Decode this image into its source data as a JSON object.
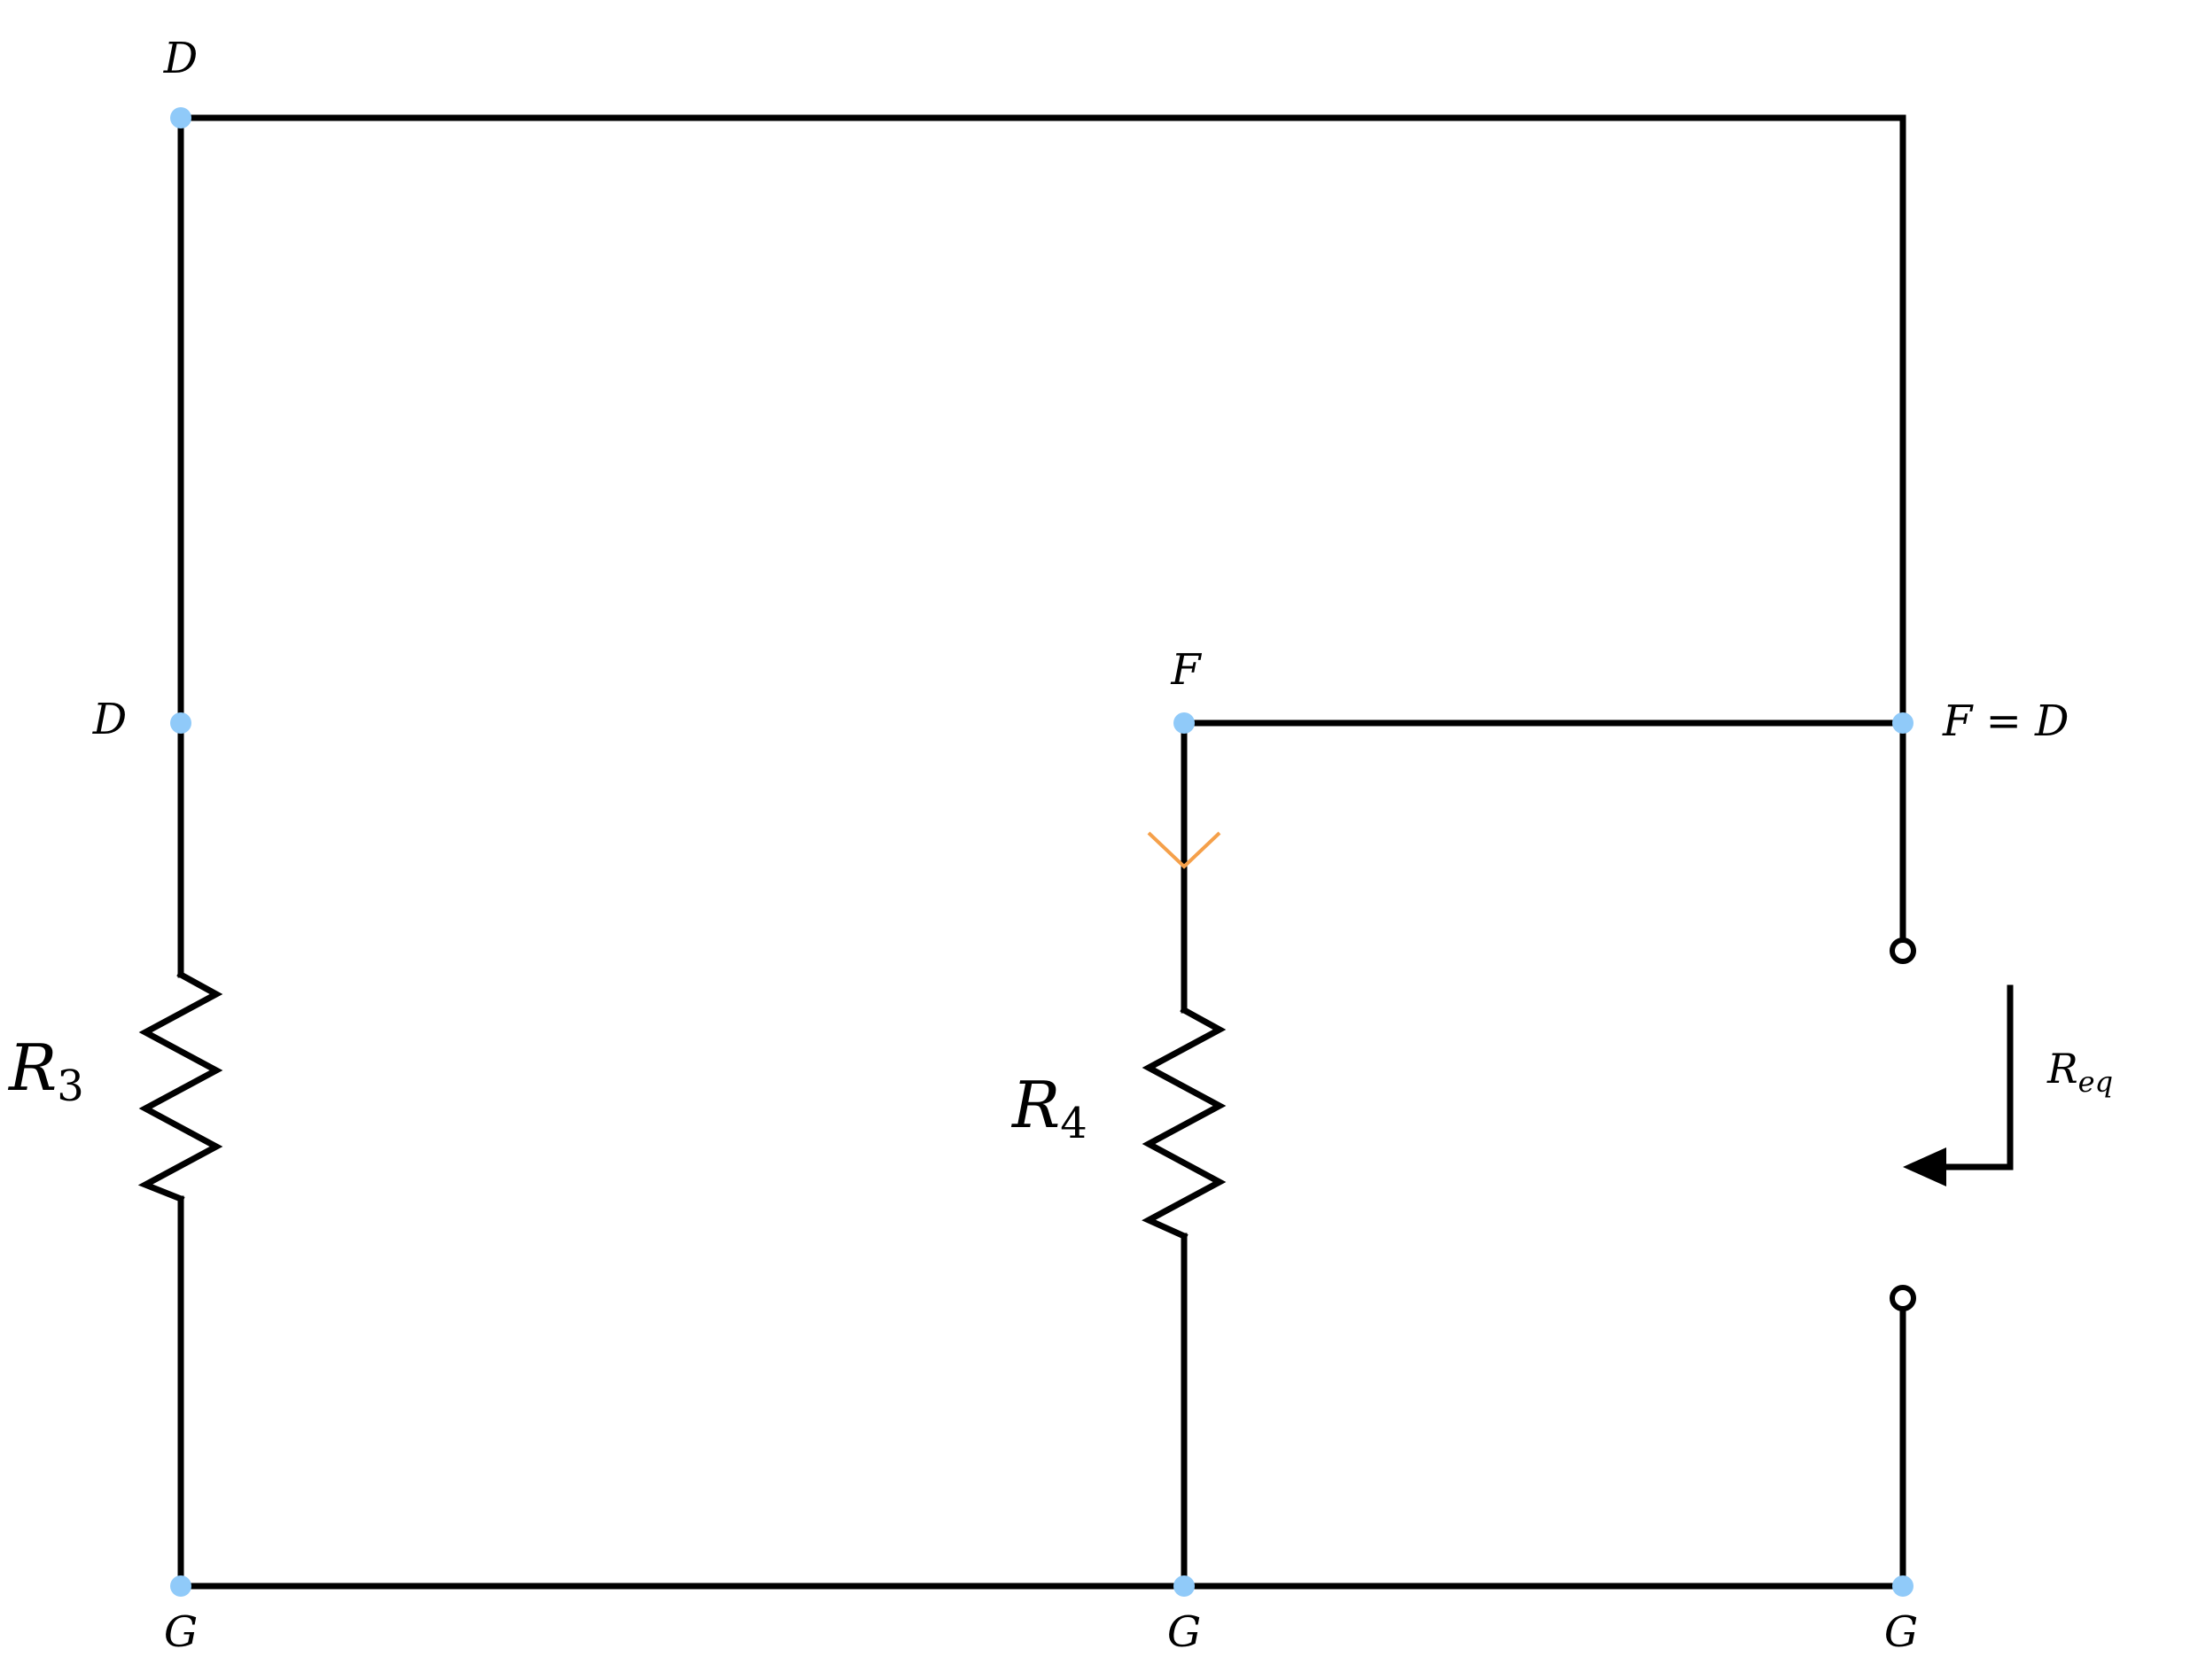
{
  "diagram": {
    "nodes": {
      "top_left": "D",
      "mid_left": "D",
      "mid_center": "F",
      "mid_right": "F = D",
      "bottom_left": "G",
      "bottom_center": "G",
      "bottom_right": "G"
    },
    "resistors": {
      "r3": {
        "letter": "R",
        "subscript": "3"
      },
      "r4": {
        "letter": "R",
        "subscript": "4"
      }
    },
    "equivalent": {
      "letter": "R",
      "subscript": "eq"
    },
    "colors": {
      "wire": "#000000",
      "node": "#90caf9",
      "current_arrow": "#f5a04a"
    },
    "icons": {
      "current_arrow": "current-direction-chevron-down",
      "req_arrow": "left-pointing-arrow"
    }
  }
}
